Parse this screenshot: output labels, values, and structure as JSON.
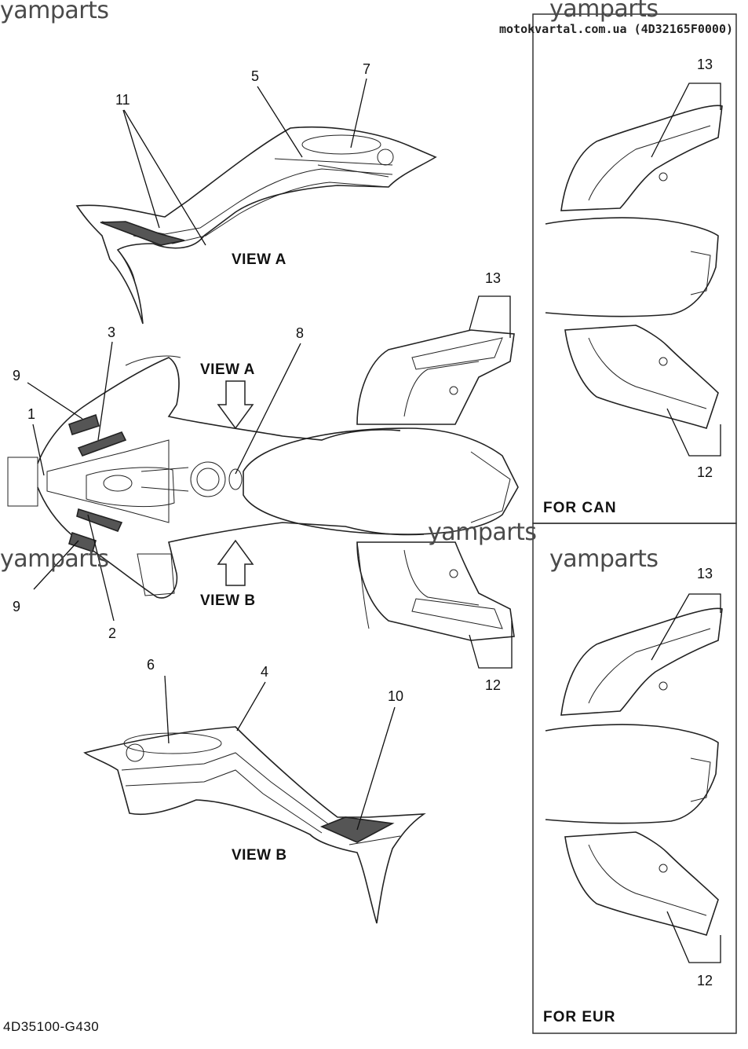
{
  "watermarks": {
    "top_left": "yamparts",
    "top_right": "yamparts",
    "middle_left": "yamparts",
    "middle_center": "yamparts",
    "middle_right": "yamparts"
  },
  "source": {
    "site_link": "",
    "site_label": "motokvartal.com.ua",
    "part_code": "(4D32165F0000)"
  },
  "views": {
    "view_a_top": "VIEW A",
    "view_a_main": "VIEW A",
    "view_b_main": "VIEW B",
    "view_b_bottom": "VIEW B"
  },
  "callouts": {
    "n1": "1",
    "n2": "2",
    "n3": "3",
    "n4": "4",
    "n5": "5",
    "n6": "6",
    "n7": "7",
    "n8": "8",
    "n9a": "9",
    "n9b": "9",
    "n10": "10",
    "n11": "11",
    "n12_main": "12",
    "n13_main": "13",
    "n12_can": "12",
    "n13_can": "13",
    "n12_eur": "12",
    "n13_eur": "13"
  },
  "regions": {
    "can": "FOR CAN",
    "eur": "FOR EUR"
  },
  "diagram_code": "4D35100-G430"
}
